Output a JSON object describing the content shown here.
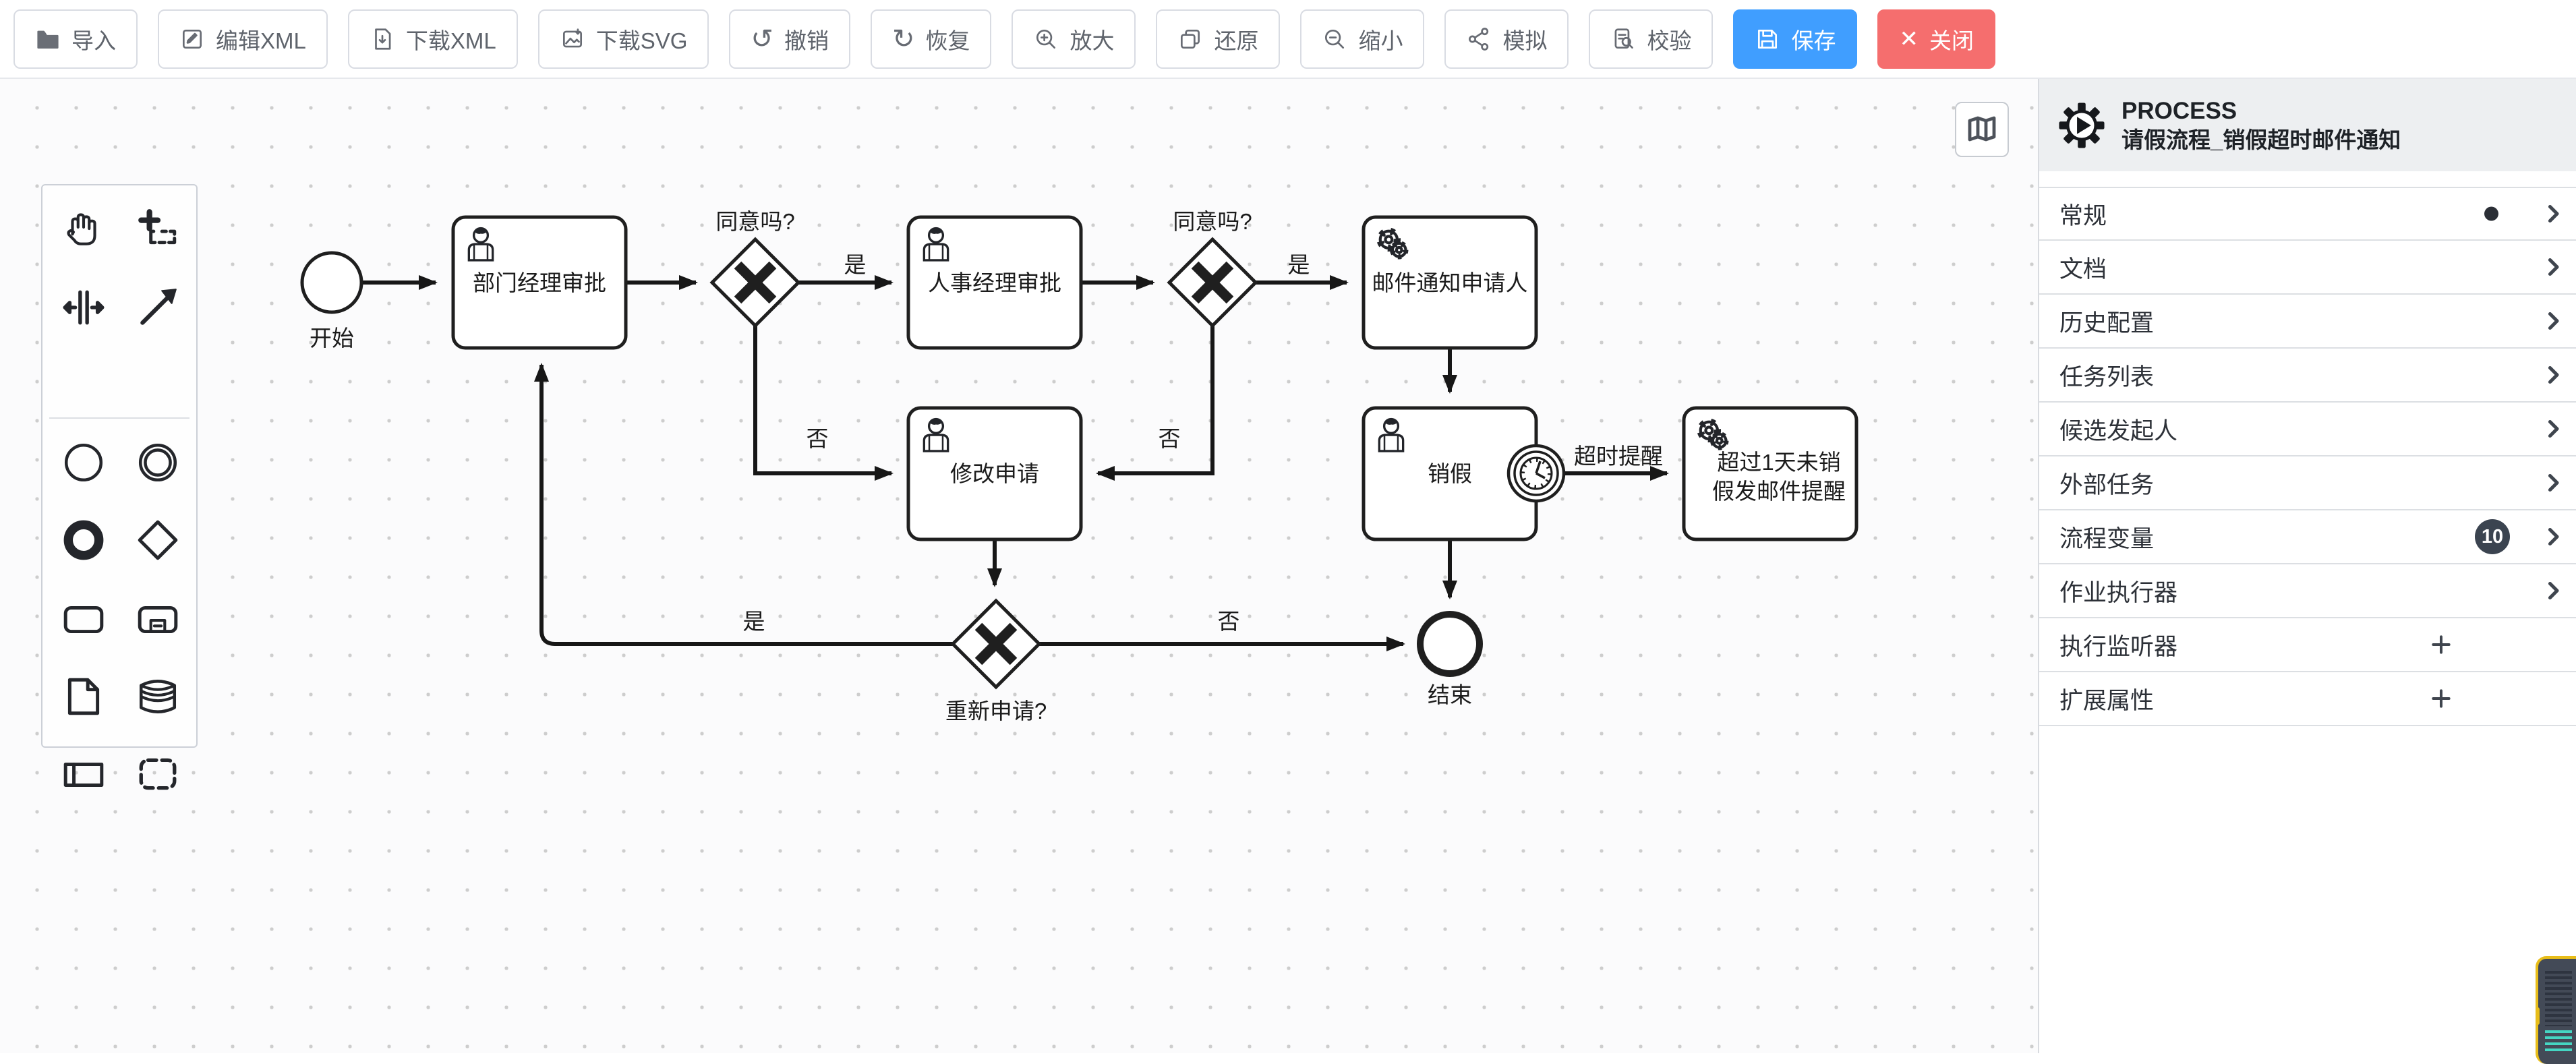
{
  "toolbar": {
    "buttons": [
      {
        "label": "导入",
        "icon": "folder-open-icon"
      },
      {
        "label": "编辑XML",
        "icon": "edit-square-icon"
      },
      {
        "label": "下载XML",
        "icon": "file-download-icon"
      },
      {
        "label": "下载SVG",
        "icon": "image-download-icon"
      },
      {
        "label": "撤销",
        "icon": "undo-icon"
      },
      {
        "label": "恢复",
        "icon": "redo-icon"
      },
      {
        "label": "放大",
        "icon": "zoom-in-icon"
      },
      {
        "label": "还原",
        "icon": "reset-copy-icon"
      },
      {
        "label": "缩小",
        "icon": "zoom-out-icon"
      },
      {
        "label": "模拟",
        "icon": "share-simulate-icon"
      },
      {
        "label": "校验",
        "icon": "validate-doc-icon"
      },
      {
        "label": "保存",
        "icon": "save-floppy-icon",
        "accent": "#409eff"
      },
      {
        "label": "关闭",
        "icon": "close-x-icon",
        "accent": "#f56e6e"
      }
    ],
    "undo_glyph": "↺",
    "redo_glyph": "↻",
    "close_glyph": "✕"
  },
  "palette": {
    "tools": [
      "hand-tool",
      "lasso-tool",
      "space-tool",
      "connect-tool",
      "start-event",
      "intermediate-event",
      "end-event",
      "gateway",
      "task",
      "subprocess",
      "data-object",
      "data-store",
      "participant",
      "group"
    ]
  },
  "panel": {
    "type": "PROCESS",
    "name": "请假流程_销假超时邮件通知",
    "items": [
      {
        "label": "常规",
        "chevron": true,
        "dot": true
      },
      {
        "label": "文档",
        "chevron": true
      },
      {
        "label": "历史配置",
        "chevron": true
      },
      {
        "label": "任务列表",
        "chevron": true
      },
      {
        "label": "候选发起人",
        "chevron": true
      },
      {
        "label": "外部任务",
        "chevron": true
      },
      {
        "label": "流程变量",
        "chevron": true,
        "badge": "10"
      },
      {
        "label": "作业执行器",
        "chevron": true
      },
      {
        "label": "执行监听器",
        "plus": true
      },
      {
        "label": "扩展属性",
        "plus": true
      }
    ]
  },
  "diagram": {
    "start": {
      "label": "开始"
    },
    "end": {
      "label": "结束"
    },
    "tasks": {
      "dept": {
        "label": "部门经理审批",
        "type": "user-task"
      },
      "hr": {
        "label": "人事经理审批",
        "type": "user-task"
      },
      "mail": {
        "label": "邮件通知申请人",
        "type": "service-task"
      },
      "cancel": {
        "label": "销假",
        "type": "user-task",
        "boundary": "timer-event"
      },
      "remind": {
        "label1": "超过1天未销",
        "label2": "假发邮件提醒",
        "type": "service-task"
      },
      "modify": {
        "label": "修改申请",
        "type": "user-task"
      }
    },
    "gateways": {
      "gw1": {
        "label": "同意吗?"
      },
      "gw2": {
        "label": "同意吗?"
      },
      "gw3": {
        "label": "重新申请?"
      }
    },
    "edges": {
      "yes1": "是",
      "yes2": "是",
      "yes3": "是",
      "no1": "否",
      "no2": "否",
      "no3": "否",
      "timeout": "超时提醒"
    }
  }
}
